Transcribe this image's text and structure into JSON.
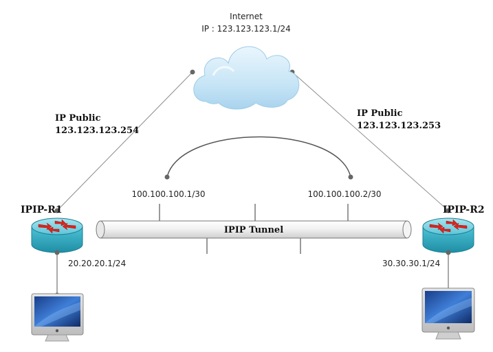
{
  "internet": {
    "title": "Internet",
    "ip": "IP : 123.123.123.1/24"
  },
  "left_router": {
    "name": "IPIP-R1",
    "public_label": "IP Public",
    "public_ip": "123.123.123.254",
    "lan_ip": "20.20.20.1/24",
    "tunnel_ip": "100.100.100.1/30"
  },
  "right_router": {
    "name": "IPIP-R2",
    "public_label": "IP Public",
    "public_ip": "123.123.123.253",
    "lan_ip": "30.30.30.1/24",
    "tunnel_ip": "100.100.100.2/30"
  },
  "tunnel": {
    "label": "IPIP Tunnel"
  },
  "colors": {
    "router_body": "#3ab3c9",
    "router_top": "#8fd8e6",
    "arrow": "#e0221b",
    "cloud": "#cfe8f6",
    "line": "#888888",
    "endpoint": "#666666"
  }
}
